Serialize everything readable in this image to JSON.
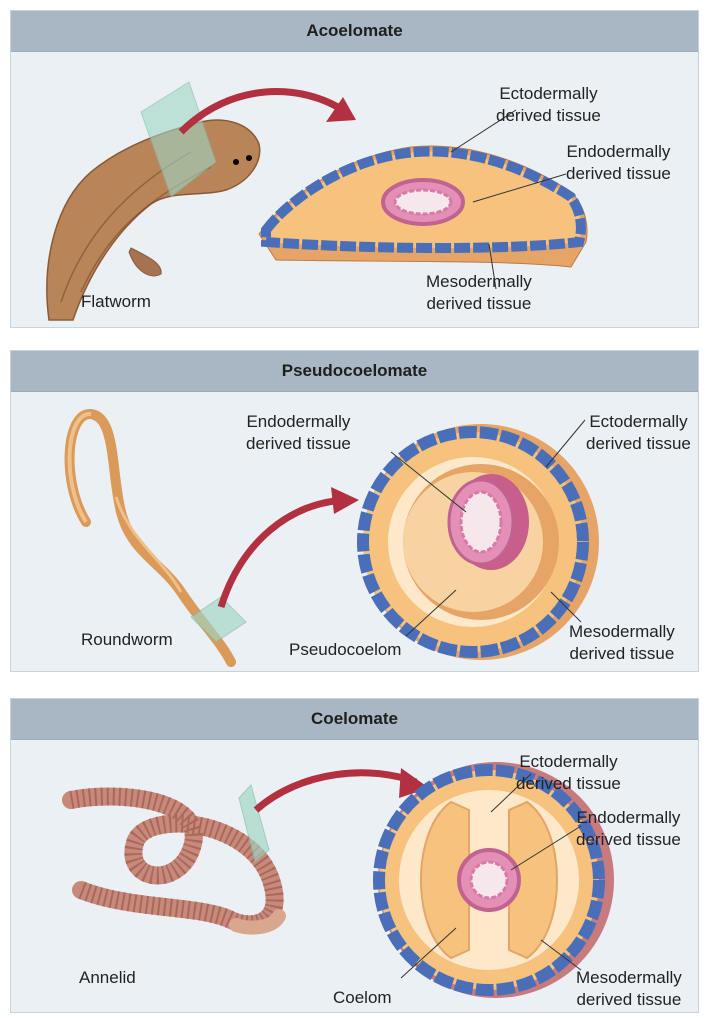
{
  "panels": [
    {
      "title": "Acoelomate",
      "organism": "Flatworm",
      "labels": {
        "ecto": [
          "Ectodermally",
          "derived tissue"
        ],
        "endo": [
          "Endodermally",
          "derived tissue"
        ],
        "meso": [
          "Mesodermally",
          "derived tissue"
        ]
      }
    },
    {
      "title": "Pseudocoelomate",
      "organism": "Roundworm",
      "labels": {
        "endo": [
          "Endodermally",
          "derived tissue"
        ],
        "ecto": [
          "Ectodermally",
          "derived tissue"
        ],
        "meso": [
          "Mesodermally",
          "derived tissue"
        ],
        "cavity": "Pseudocoelom"
      }
    },
    {
      "title": "Coelomate",
      "organism": "Annelid",
      "labels": {
        "ecto": [
          "Ectodermally",
          "derived tissue"
        ],
        "endo": [
          "Endodermally",
          "derived tissue"
        ],
        "meso": [
          "Mesodermally",
          "derived tissue"
        ],
        "cavity": "Coelom"
      }
    }
  ],
  "colors": {
    "ectoderm": "#4a6fb8",
    "endoderm": "#d77aa6",
    "mesoderm": "#f6c27e",
    "arrow": "#b23040",
    "panel_bg": "#ebf0f4",
    "header_bg": "#a8b7c3"
  }
}
